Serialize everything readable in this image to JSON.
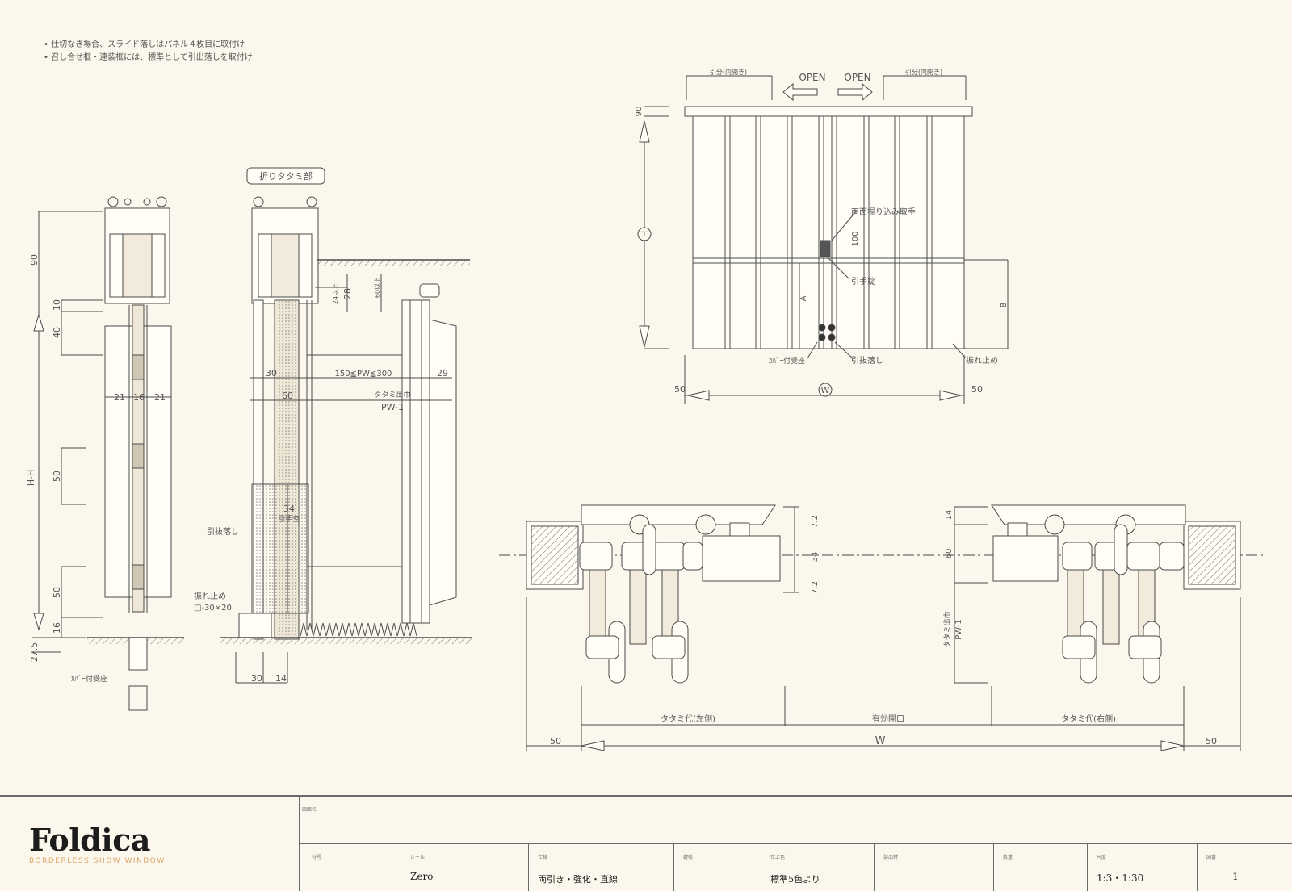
{
  "notes": [
    "• 仕切なき場合、スライド落しはパネル４枚目に取付け",
    "• 召し合せ框・連装框には、標準として引出落しを取付け"
  ],
  "section_view": {
    "folding_label": "折りタタミ部",
    "dims": {
      "d90": "90",
      "d10": "10",
      "d40": "40",
      "d50a": "50",
      "d50b": "50",
      "d16": "16",
      "d27_5": "27.5",
      "d21a": "21",
      "d16b": "16",
      "d21b": "21",
      "hh": "H-H",
      "d30": "30",
      "d60": "60",
      "d150": "150≦PW≦300",
      "d29": "29",
      "d30b": "30",
      "d14": "14",
      "d34": "34",
      "d28": "28"
    },
    "labels": {
      "panel_width": "タタミ出巾",
      "pw1": "PW-1",
      "pull_drop": "引抜落し",
      "stopper": "振れ止め",
      "stopper_size": "□-30×20",
      "cover_seal": "ｶﾊﾞｰ付受座",
      "clearance": "引手空",
      "inner_box": "24以上",
      "inner_box2": "60以上"
    }
  },
  "elevation_view": {
    "open_left": "OPEN",
    "open_right": "OPEN",
    "open_label_left": "引分(内開き)",
    "open_label_right": "引分(内開き)",
    "d90": "90",
    "h": "H",
    "w": "W",
    "a": "A",
    "b": "B",
    "d100": "100",
    "d50_left": "50",
    "d50_right": "50",
    "handle": "両面掘り込み取手",
    "pull": "引手錠",
    "cover_seat": "ｶﾊﾞｰ付受座",
    "pull_drop": "引抜落し",
    "stopper": "振れ止め"
  },
  "plan_view": {
    "left_fold": "タタミ代(左側)",
    "opening": "有効開口",
    "right_fold": "タタミ代(右側)",
    "w": "W",
    "d50_left": "50",
    "d50_right": "50",
    "d14": "14",
    "d60": "60",
    "d7_2": "7.2",
    "d34": "34",
    "d7_2b": "7.2",
    "panel_width": "タタミ出巾",
    "pw1": "PW-1"
  },
  "title_block": {
    "brand": "Foldica",
    "tagline": "BORDERLESS SHOW WINDOW",
    "drawing_name_label": "図面名",
    "fields": [
      {
        "label": "符号",
        "value": ""
      },
      {
        "label": "レール",
        "value": "Zero"
      },
      {
        "label": "仕様",
        "value": "両引き・強化・直線"
      },
      {
        "label": "鍵板",
        "value": ""
      },
      {
        "label": "仕上色",
        "value": "標準5色より"
      },
      {
        "label": "製品材",
        "value": ""
      },
      {
        "label": "数量",
        "value": ""
      },
      {
        "label": "尺度",
        "value": "1:3・1:30"
      },
      {
        "label": "図番",
        "value": "1"
      }
    ]
  },
  "colors": {
    "background": "#fcf7ec",
    "line": "#4a4a4a",
    "accent": "#d9a56a"
  }
}
